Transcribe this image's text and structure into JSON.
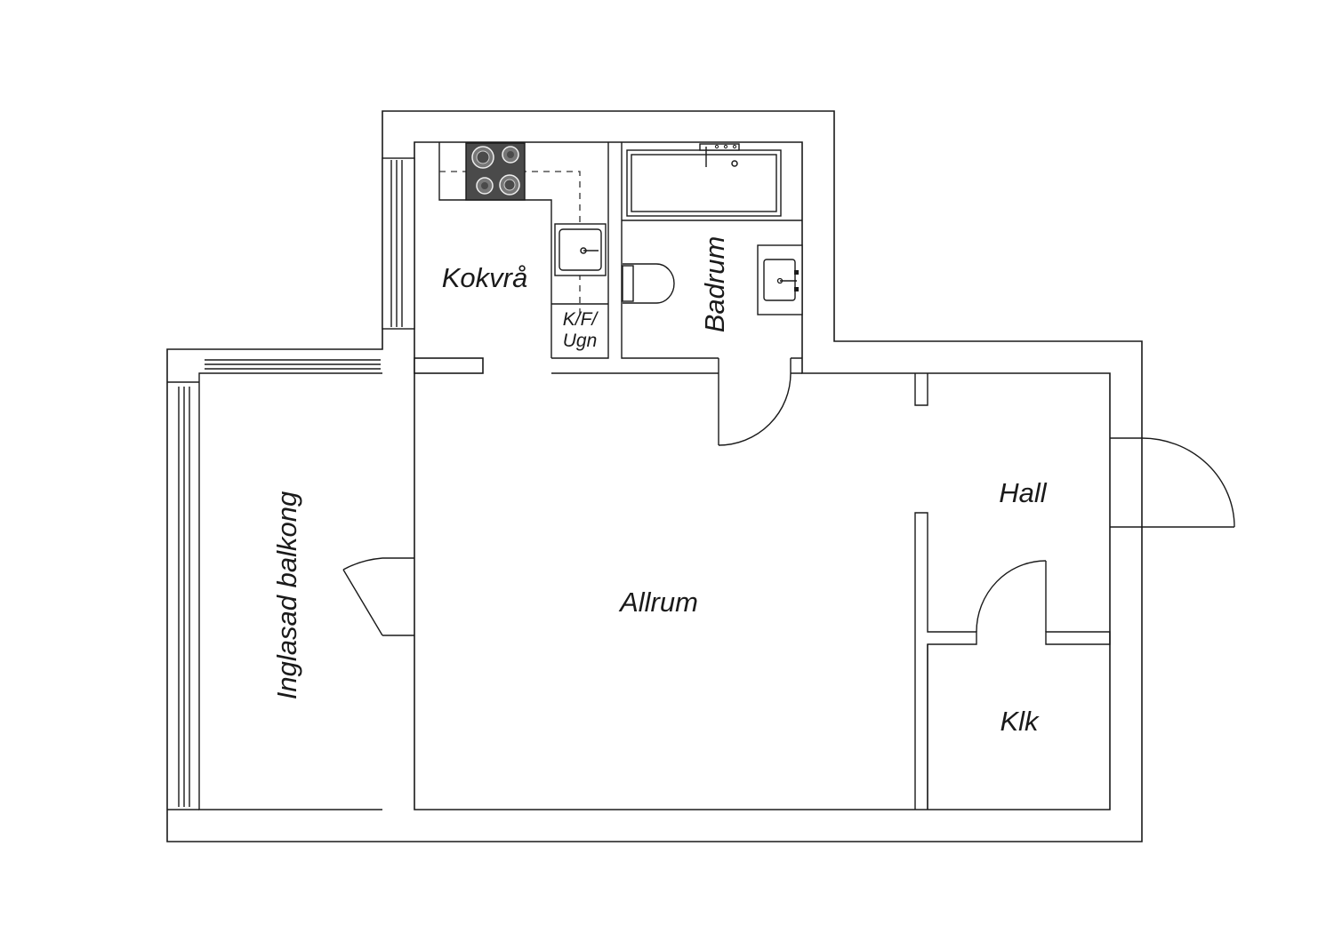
{
  "floor_plan": {
    "rooms": {
      "kitchen": "Kokvrå",
      "bathroom": "Badrum",
      "balcony": "Inglasad balkong",
      "living_room": "Allrum",
      "hall": "Hall",
      "closet": "Klk"
    },
    "appliance_labels": {
      "fridge_freezer_oven_line1": "K/F/",
      "fridge_freezer_oven_line2": "Ugn"
    },
    "colors": {
      "line": "#1a1a1a",
      "stove": "#4a4a4a",
      "background": "#ffffff"
    }
  }
}
